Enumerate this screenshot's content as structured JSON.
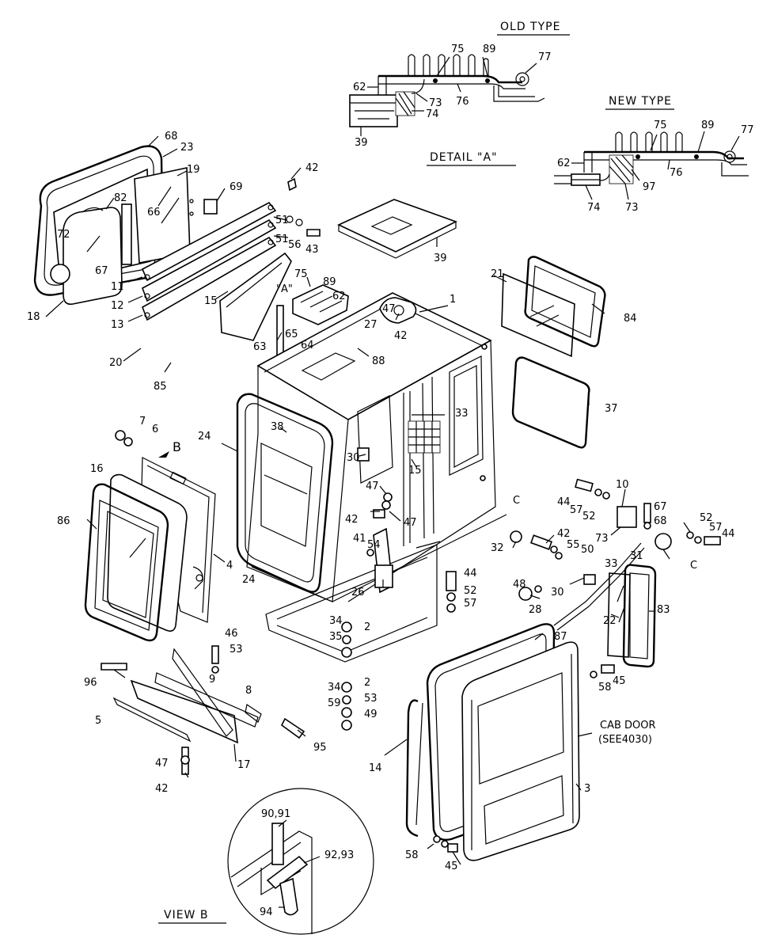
{
  "titles": {
    "old_type": "OLD TYPE",
    "new_type": "NEW TYPE",
    "detail_a": "DETAIL \"A\"",
    "view_b": "VIEW  B"
  },
  "callouts": {
    "cab_door_line1": "CAB DOOR",
    "cab_door_line2": "(SEE4030)",
    "marker_a": "\"A\"",
    "marker_b": "B",
    "marker_c1": "C",
    "marker_c2": "C"
  },
  "labels": [
    {
      "id": "l75a",
      "text": "75"
    },
    {
      "id": "l89a",
      "text": "89"
    },
    {
      "id": "l77a",
      "text": "77"
    },
    {
      "id": "l62a",
      "text": "62"
    },
    {
      "id": "l73a",
      "text": "73"
    },
    {
      "id": "l76a",
      "text": "76"
    },
    {
      "id": "l74a",
      "text": "74"
    },
    {
      "id": "l39a",
      "text": "39"
    },
    {
      "id": "l75b",
      "text": "75"
    },
    {
      "id": "l89b",
      "text": "89"
    },
    {
      "id": "l77b",
      "text": "77"
    },
    {
      "id": "l62b",
      "text": "62"
    },
    {
      "id": "l97",
      "text": "97"
    },
    {
      "id": "l76b",
      "text": "76"
    },
    {
      "id": "l74b",
      "text": "74"
    },
    {
      "id": "l73b",
      "text": "73"
    },
    {
      "id": "l68a",
      "text": "68"
    },
    {
      "id": "l23",
      "text": "23"
    },
    {
      "id": "l19",
      "text": "19"
    },
    {
      "id": "l42a",
      "text": "42"
    },
    {
      "id": "l69",
      "text": "69"
    },
    {
      "id": "l82",
      "text": "82"
    },
    {
      "id": "l66",
      "text": "66"
    },
    {
      "id": "l72",
      "text": "72"
    },
    {
      "id": "l67a",
      "text": "67"
    },
    {
      "id": "l51a",
      "text": "51"
    },
    {
      "id": "l56",
      "text": "56"
    },
    {
      "id": "l43",
      "text": "43"
    },
    {
      "id": "l51b",
      "text": "51"
    },
    {
      "id": "l11",
      "text": "11"
    },
    {
      "id": "l12",
      "text": "12"
    },
    {
      "id": "l13",
      "text": "13"
    },
    {
      "id": "l18",
      "text": "18"
    },
    {
      "id": "l39b",
      "text": "39"
    },
    {
      "id": "l75c",
      "text": "75"
    },
    {
      "id": "l89c",
      "text": "89"
    },
    {
      "id": "l62c",
      "text": "62"
    },
    {
      "id": "l15a",
      "text": "15"
    },
    {
      "id": "l1",
      "text": "1"
    },
    {
      "id": "l21",
      "text": "21"
    },
    {
      "id": "l84",
      "text": "84"
    },
    {
      "id": "l27",
      "text": "27"
    },
    {
      "id": "l47a",
      "text": "47"
    },
    {
      "id": "l42b",
      "text": "42"
    },
    {
      "id": "l65",
      "text": "65"
    },
    {
      "id": "l64",
      "text": "64"
    },
    {
      "id": "l63",
      "text": "63"
    },
    {
      "id": "l88",
      "text": "88"
    },
    {
      "id": "l20",
      "text": "20"
    },
    {
      "id": "l85",
      "text": "85"
    },
    {
      "id": "l37",
      "text": "37"
    },
    {
      "id": "l33a",
      "text": "33"
    },
    {
      "id": "l38",
      "text": "38"
    },
    {
      "id": "l24a",
      "text": "24"
    },
    {
      "id": "l30a",
      "text": "30"
    },
    {
      "id": "l15b",
      "text": "15"
    },
    {
      "id": "l7",
      "text": "7"
    },
    {
      "id": "l6",
      "text": "6"
    },
    {
      "id": "l16",
      "text": "16"
    },
    {
      "id": "l86",
      "text": "86"
    },
    {
      "id": "l4",
      "text": "4"
    },
    {
      "id": "l24b",
      "text": "24"
    },
    {
      "id": "l47b",
      "text": "47"
    },
    {
      "id": "l42c",
      "text": "42"
    },
    {
      "id": "l47c",
      "text": "47"
    },
    {
      "id": "l10",
      "text": "10"
    },
    {
      "id": "l44a",
      "text": "44"
    },
    {
      "id": "l57a",
      "text": "57"
    },
    {
      "id": "l52a",
      "text": "52"
    },
    {
      "id": "l67b",
      "text": "67"
    },
    {
      "id": "l68b",
      "text": "68"
    },
    {
      "id": "l52b",
      "text": "52"
    },
    {
      "id": "l57b",
      "text": "57"
    },
    {
      "id": "l44b",
      "text": "44"
    },
    {
      "id": "l41",
      "text": "41"
    },
    {
      "id": "l54",
      "text": "54"
    },
    {
      "id": "l32",
      "text": "32"
    },
    {
      "id": "l42d",
      "text": "42"
    },
    {
      "id": "l55",
      "text": "55"
    },
    {
      "id": "l50",
      "text": "50"
    },
    {
      "id": "l73c",
      "text": "73"
    },
    {
      "id": "l31",
      "text": "31"
    },
    {
      "id": "l26",
      "text": "26"
    },
    {
      "id": "l44c",
      "text": "44"
    },
    {
      "id": "l52c",
      "text": "52"
    },
    {
      "id": "l57c",
      "text": "57"
    },
    {
      "id": "l33b",
      "text": "33"
    },
    {
      "id": "l48",
      "text": "48"
    },
    {
      "id": "l30b",
      "text": "30"
    },
    {
      "id": "l28",
      "text": "28"
    },
    {
      "id": "l22",
      "text": "22"
    },
    {
      "id": "l83",
      "text": "83"
    },
    {
      "id": "l34a",
      "text": "34"
    },
    {
      "id": "l2a",
      "text": "2"
    },
    {
      "id": "l35",
      "text": "35"
    },
    {
      "id": "l46",
      "text": "46"
    },
    {
      "id": "l53a",
      "text": "53"
    },
    {
      "id": "l87",
      "text": "87"
    },
    {
      "id": "l96",
      "text": "96"
    },
    {
      "id": "l9",
      "text": "9"
    },
    {
      "id": "l8",
      "text": "8"
    },
    {
      "id": "l2b",
      "text": "2"
    },
    {
      "id": "l34b",
      "text": "34"
    },
    {
      "id": "l53b",
      "text": "53"
    },
    {
      "id": "l59",
      "text": "59"
    },
    {
      "id": "l49",
      "text": "49"
    },
    {
      "id": "l5",
      "text": "5"
    },
    {
      "id": "l58a",
      "text": "58"
    },
    {
      "id": "l45a",
      "text": "45"
    },
    {
      "id": "l95",
      "text": "95"
    },
    {
      "id": "l17",
      "text": "17"
    },
    {
      "id": "l47d",
      "text": "47"
    },
    {
      "id": "l42e",
      "text": "42"
    },
    {
      "id": "l14",
      "text": "14"
    },
    {
      "id": "l3",
      "text": "3"
    },
    {
      "id": "l90",
      "text": "90,91"
    },
    {
      "id": "l92",
      "text": "92,93"
    },
    {
      "id": "l94",
      "text": "94"
    },
    {
      "id": "l58b",
      "text": "58"
    },
    {
      "id": "l45b",
      "text": "45"
    }
  ]
}
